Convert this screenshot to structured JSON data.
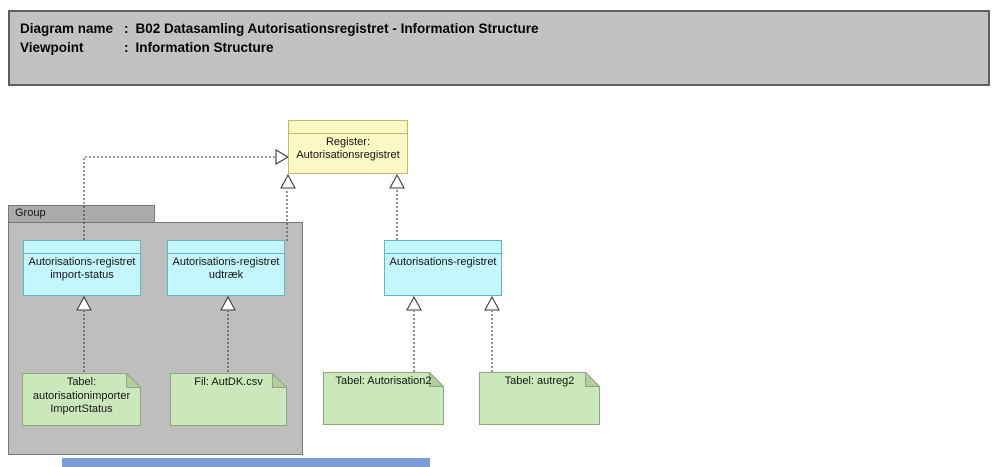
{
  "header": {
    "separator": ":",
    "rows": [
      {
        "label": "Diagram name",
        "value": "B02 Datasamling Autorisationsregistret - Information Structure"
      },
      {
        "label": "Viewpoint",
        "value": "Information Structure"
      }
    ]
  },
  "group": {
    "label": "Group"
  },
  "nodes": {
    "register": {
      "label": "Register: Autorisationsregistret",
      "type": "business-object",
      "fill": "#fbf8c4"
    },
    "import_status": {
      "label": "Autorisations-registret import-status",
      "type": "business-object",
      "fill": "#c3f6fe"
    },
    "udtraek": {
      "label": "Autorisations-registret udtræk",
      "type": "business-object",
      "fill": "#c3f6fe"
    },
    "autregistret": {
      "label": "Autorisations-registret",
      "type": "business-object",
      "fill": "#c3f6fe"
    },
    "tabel_importstatus": {
      "label": "Tabel: autorisationimporter ImportStatus",
      "type": "note",
      "fill": "#cbe8ba"
    },
    "fil_autdk": {
      "label": "Fil: AutDK.csv",
      "type": "note",
      "fill": "#cbe8ba"
    },
    "tabel_autorisation2": {
      "label": "Tabel: Autorisation2",
      "type": "note",
      "fill": "#cbe8ba"
    },
    "tabel_autreg2": {
      "label": "Tabel: autreg2",
      "type": "note",
      "fill": "#cbe8ba"
    }
  },
  "relationships": [
    {
      "from": "import_status",
      "to": "register",
      "type": "realization-dashed-hollow-triangle"
    },
    {
      "from": "udtraek",
      "to": "register",
      "type": "realization-dashed-hollow-triangle"
    },
    {
      "from": "autregistret",
      "to": "register",
      "type": "realization-dashed-hollow-triangle"
    },
    {
      "from": "tabel_importstatus",
      "to": "import_status",
      "type": "realization-dashed-hollow-triangle"
    },
    {
      "from": "fil_autdk",
      "to": "udtraek",
      "type": "realization-dashed-hollow-triangle"
    },
    {
      "from": "tabel_autorisation2",
      "to": "autregistret",
      "type": "realization-dashed-hollow-triangle"
    },
    {
      "from": "tabel_autreg2",
      "to": "autregistret",
      "type": "realization-dashed-hollow-triangle"
    }
  ],
  "colors": {
    "titlebar_fill": "#c2c2c2",
    "titlebar_border": "#5f5f5f",
    "group_tab": "#ababab",
    "group_body": "#bebebe",
    "group_border": "#777777",
    "yellow_fill": "#fbf8c4",
    "yellow_border": "#bdba6f",
    "cyan_fill": "#c3f6fe",
    "cyan_border": "#61b5c6",
    "green_fill": "#cbe8ba",
    "green_border": "#8fa57e",
    "green_fold": "#b4ce9f",
    "connection": "#3c3c3c",
    "scrollbar_thumb": "#7b9cd6"
  }
}
